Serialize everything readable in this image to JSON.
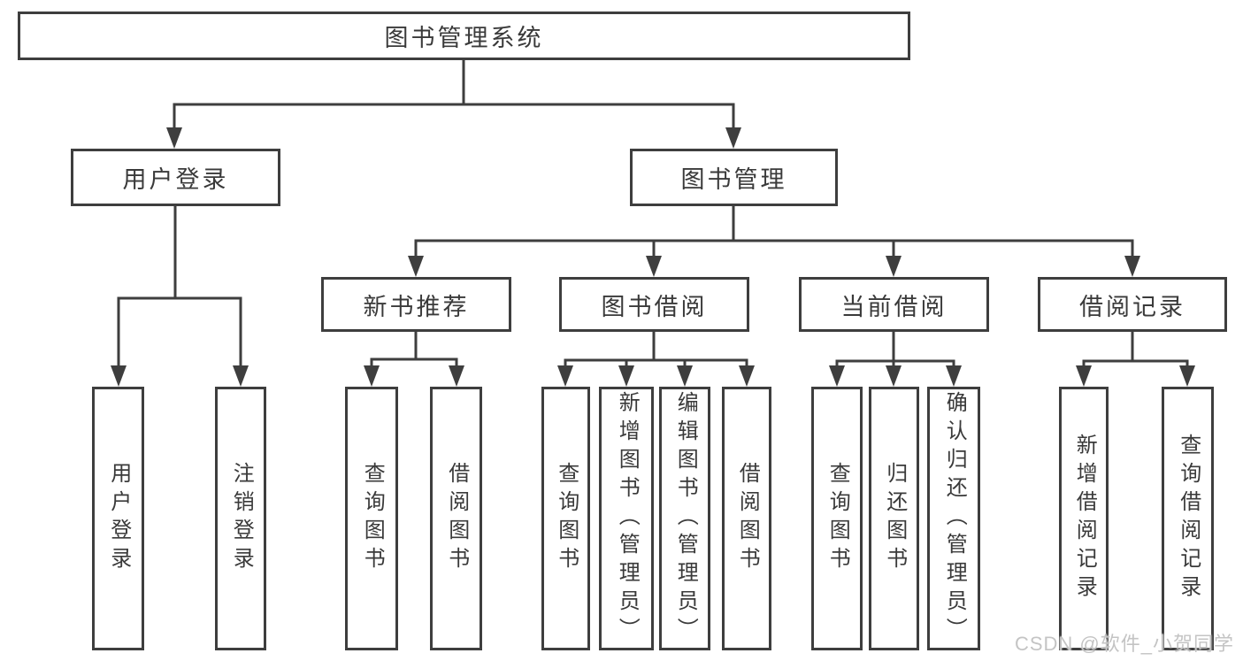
{
  "diagram": {
    "root": {
      "label": "图书管理系统"
    },
    "branches": [
      {
        "label": "用户登录",
        "children": [
          {
            "label": "用户登录"
          },
          {
            "label": "注销登录"
          }
        ]
      },
      {
        "label": "图书管理",
        "children": [
          {
            "label": "新书推荐",
            "children": [
              {
                "label": "查询图书"
              },
              {
                "label": "借阅图书"
              }
            ]
          },
          {
            "label": "图书借阅",
            "children": [
              {
                "label": "查询图书"
              },
              {
                "label": "新增图书（管理员）"
              },
              {
                "label": "编辑图书（管理员）"
              },
              {
                "label": "借阅图书"
              }
            ]
          },
          {
            "label": "当前借阅",
            "children": [
              {
                "label": "查询图书"
              },
              {
                "label": "归还图书"
              },
              {
                "label": "确认归还（管理员）"
              }
            ]
          },
          {
            "label": "借阅记录",
            "children": [
              {
                "label": "新增借阅记录"
              },
              {
                "label": "查询借阅记录"
              }
            ]
          }
        ]
      }
    ]
  },
  "watermark": "CSDN @软件_小贺同学",
  "colors": {
    "line": "#3e3e3e",
    "text": "#3a3a3a",
    "watermark": "#c4c4c4",
    "background": "#ffffff"
  }
}
